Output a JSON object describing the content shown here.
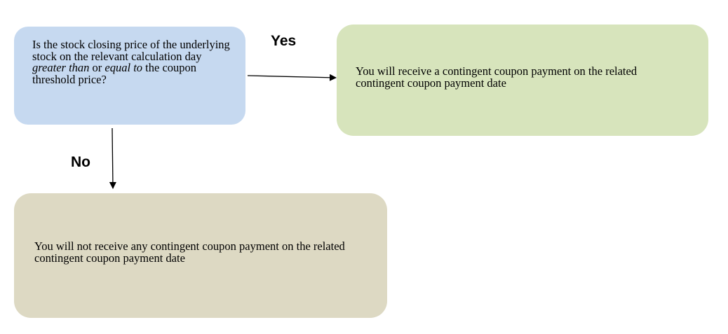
{
  "question": {
    "part1": "Is the stock closing price of the underlying stock on the relevant calculation day ",
    "emphasis1": "greater than",
    "part2": " or ",
    "emphasis2": "equal to",
    "part3": " the coupon threshold price?"
  },
  "yes": {
    "label": "Yes",
    "outcome": "You will receive a contingent coupon payment on the related contingent coupon payment date"
  },
  "no": {
    "label": "No",
    "outcome": "You will not receive any contingent coupon payment on the related contingent coupon payment date"
  },
  "colors": {
    "question_box": "#c6d9f0",
    "yes_box": "#d7e4bc",
    "no_box": "#ddd9c3",
    "arrow": "#000000"
  }
}
